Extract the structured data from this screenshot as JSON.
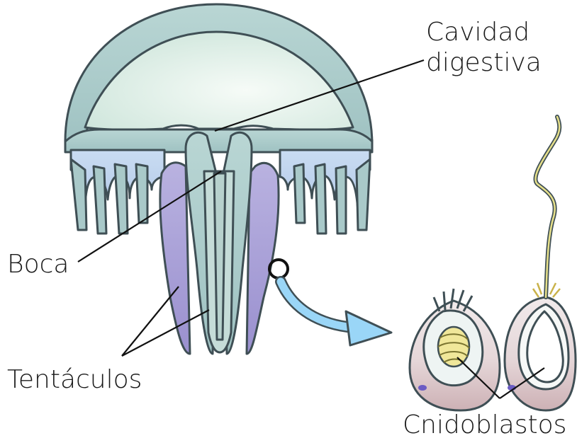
{
  "labels": {
    "cavity_line1": "Cavidad",
    "cavity_line2": "digestiva",
    "mouth": "Boca",
    "tentacles": "Tentáculos",
    "cnidoblasts": "Cnidoblastos"
  },
  "colors": {
    "bell_outer": "#a9c9c9",
    "bell_inner": "#e6f2ec",
    "oral_arm": "#a9a0d6",
    "rim_tint": "#bcd4ee",
    "arrow": "#8fd0f5",
    "cell_body": "#e2d0d2",
    "thread": "#e7e08a",
    "outline": "#3f4f55"
  }
}
